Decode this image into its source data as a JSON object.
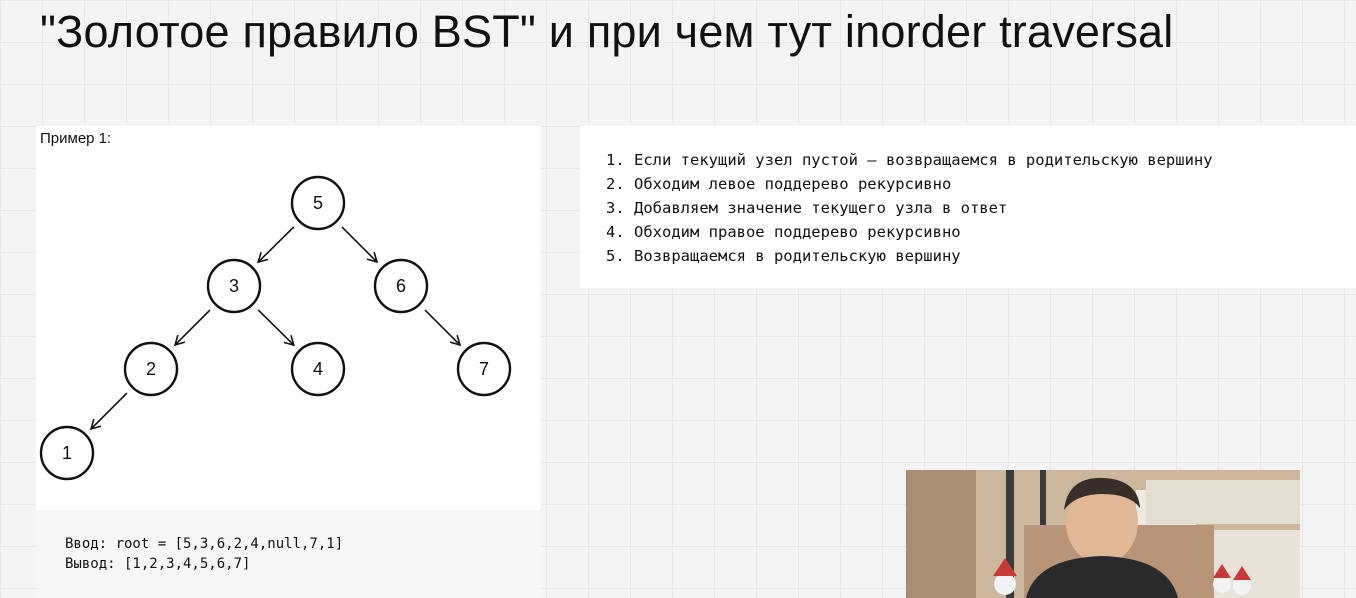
{
  "slide": {
    "title": "\"Золотое правило BST\" и при чем тут inorder traversal"
  },
  "example": {
    "label": "Пример 1:",
    "tree_nodes": [
      {
        "value": "5",
        "parent": null
      },
      {
        "value": "3",
        "parent": "5"
      },
      {
        "value": "6",
        "parent": "5"
      },
      {
        "value": "2",
        "parent": "3"
      },
      {
        "value": "4",
        "parent": "3"
      },
      {
        "value": "7",
        "parent": "6"
      },
      {
        "value": "1",
        "parent": "2"
      }
    ],
    "input_line": "Ввод: root = [5,3,6,2,4,null,7,1]",
    "output_line": "Вывод: [1,2,3,4,5,6,7]"
  },
  "steps": [
    "1. Если текущий узел пустой – возвращаемся в родительскую вершину",
    "2. Обходим левое поддерево рекурсивно",
    "3. Добавляем значение текущего узла в ответ",
    "4. Обходим правое поддерево рекурсивно",
    "5. Возвращаемся в родительскую вершину"
  ],
  "colors": {
    "node_stroke": "#111111",
    "panel_bg": "#ffffff",
    "io_bg": "#f6f6f6"
  }
}
